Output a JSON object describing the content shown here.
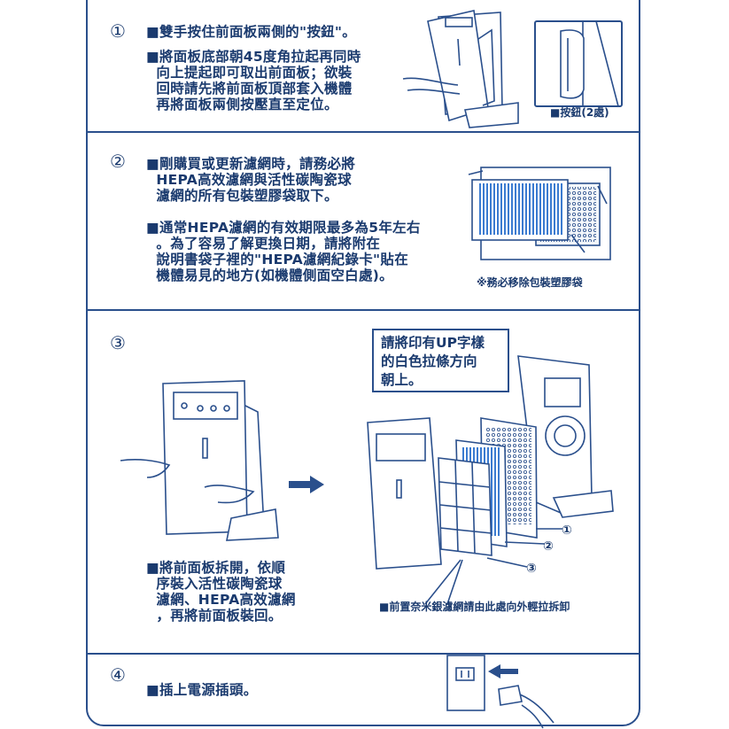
{
  "steps": [
    {
      "number": "①",
      "paragraphs": [
        "■雙手按住前面板兩側的\"按鈕\"。",
        "■將面板底部朝45度角拉起再同時\n  向上提起即可取出前面板；欲裝\n  回時請先將前面板頂部套入機體\n  再將面板兩側按壓直至定位。"
      ],
      "caption": "■按鈕(2處)"
    },
    {
      "number": "②",
      "paragraphs": [
        "■剛購買或更新濾網時，請務必將\n  HEPA高效濾網與活性碳陶瓷球\n  濾網的所有包裝塑膠袋取下。",
        "■通常HEPA濾網的有效期限最多為5年左右\n  。為了容易了解更換日期，請將附在\n  說明書袋子裡的\"HEPA濾網紀錄卡\"貼在\n  機體易見的地方(如機體側面空白處)。"
      ],
      "caption": "※務必移除包裝塑膠袋"
    },
    {
      "number": "③",
      "callout": "請將印有UP字樣\n的白色拉條方向\n朝上。",
      "paragraphs": [
        "■將前面板拆開，依順\n  序裝入活性碳陶瓷球\n  濾網、HEPA高效濾網\n  ，再將前面板裝回。"
      ],
      "caption": "■前置奈米銀濾網請由此處向外輕拉拆卸",
      "labels": [
        "①",
        "②",
        "③"
      ]
    },
    {
      "number": "④",
      "paragraphs": [
        "■插上電源插頭。"
      ]
    }
  ],
  "colors": {
    "line": "#2a4f8c",
    "text": "#1a3a6e",
    "filter_blue": "#3b7bd0"
  }
}
